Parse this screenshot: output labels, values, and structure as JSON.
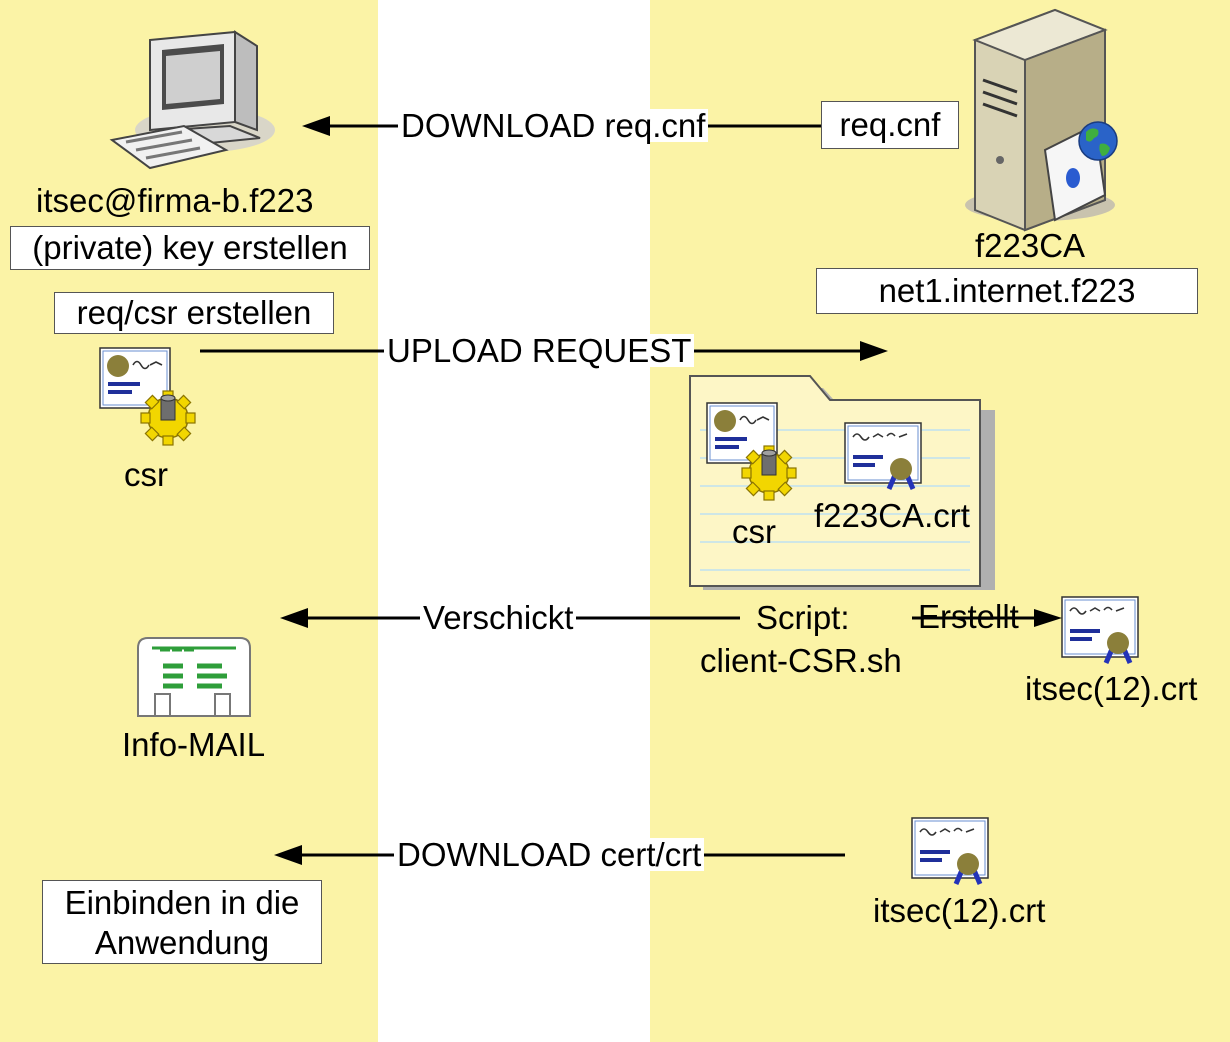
{
  "colors": {
    "lane": "#fbf3a6",
    "background": "#ffffff",
    "folder": "#fdf6c6",
    "seal": "#8b7f3a",
    "gear": "#f2d600",
    "ribbon": "#2433b8",
    "mail_green": "#2e9e3a"
  },
  "icons": [
    "computer-icon",
    "server-icon",
    "globe-icon",
    "certificate-request-icon",
    "gear-icon",
    "folder-icon",
    "certificate-icon",
    "mail-icon"
  ],
  "client": {
    "user": "itsec@firma-b.f223",
    "key_step": "(private) key erstellen",
    "req_step": "req/csr erstellen",
    "csr_label": "csr",
    "mail_label": "Info-MAIL",
    "final_step_line1": "Einbinden in die",
    "final_step_line2": "Anwendung"
  },
  "ca": {
    "name": "f223CA",
    "host": "net1.internet.f223",
    "config_file": "req.cnf",
    "folder_csr": "csr",
    "folder_crt": "f223CA.crt",
    "script_line1": "Script:",
    "script_line2": "client-CSR.sh",
    "issued_cert": "itsec(12).crt",
    "download_cert": "itsec(12).crt"
  },
  "arrows": {
    "download_cnf": "DOWNLOAD req.cnf",
    "upload_request": "UPLOAD REQUEST",
    "sent": "Verschickt",
    "created": "Erstellt",
    "download_cert": "DOWNLOAD cert/crt"
  }
}
